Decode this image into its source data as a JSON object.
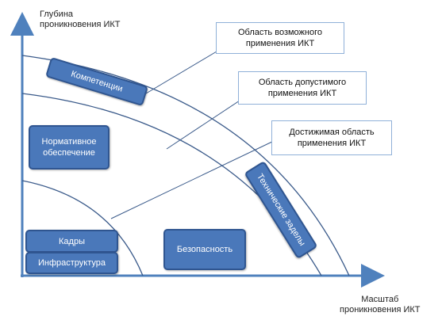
{
  "axes": {
    "y_label": "Глубина\nпроникновения ИКТ",
    "x_label": "Масштаб\nпроникновения ИКТ"
  },
  "callouts": [
    "Область возможного\nприменения ИКТ",
    "Область допустимого\nприменения ИКТ",
    "Достижимая область\nприменения ИКТ"
  ],
  "boxes": {
    "competencies": "Компетенции",
    "normative": "Нормативное\nобеспечение",
    "personnel": "Кадры",
    "infrastructure": "Инфраструктура",
    "security": "Безопасность",
    "technical": "Технические заделы"
  },
  "colors": {
    "box_fill": "#4a78ba",
    "box_border": "#2f5590",
    "line": "#3a5a8a",
    "axis": "#4f81bd"
  }
}
